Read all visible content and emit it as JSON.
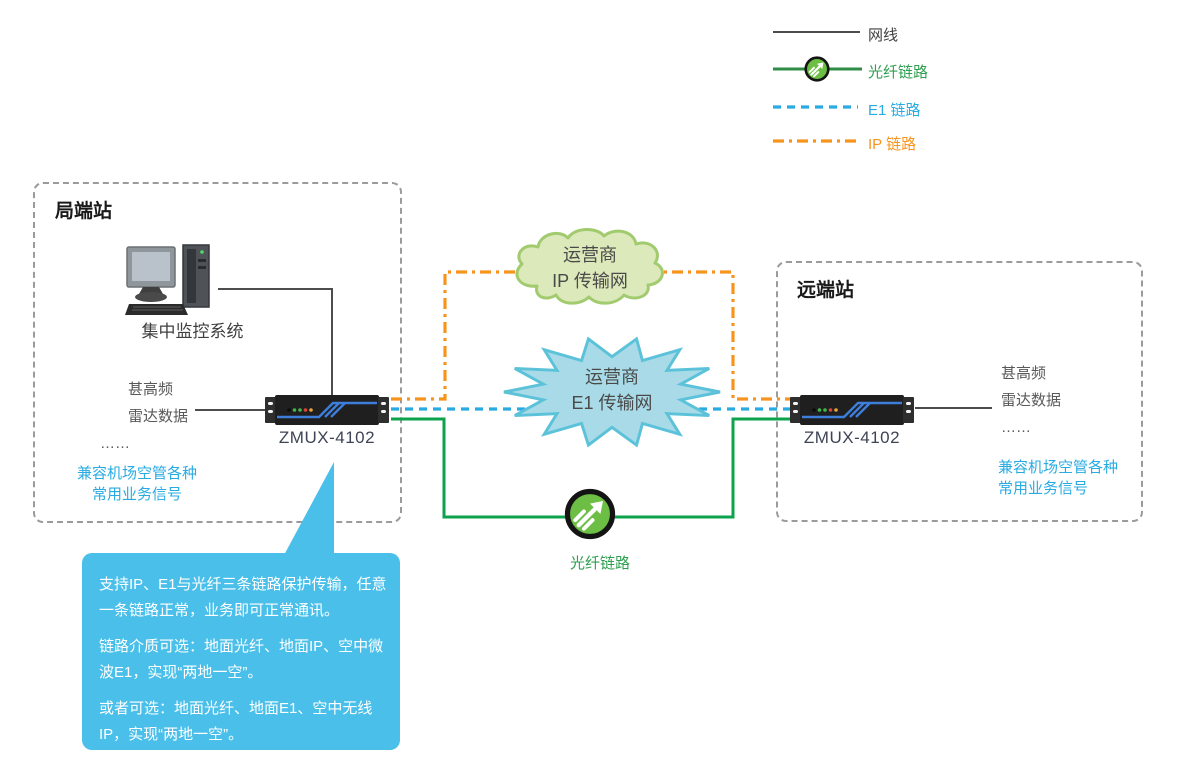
{
  "legend": {
    "items": [
      {
        "label": "网线",
        "type": "solid-cable",
        "color": "#4d4d4d"
      },
      {
        "label": "光纤链路",
        "type": "fiber",
        "color": "#2e9e50"
      },
      {
        "label": "E1 链路",
        "type": "dashed",
        "color": "#29abe2"
      },
      {
        "label": "IP 链路",
        "type": "dash-dot",
        "color": "#f7941e"
      }
    ]
  },
  "left_station": {
    "title": "局端站",
    "computer_label": "集中监控系统",
    "services": [
      "甚高频",
      "雷达数据",
      "……"
    ],
    "note_line1": "兼容机场空管各种",
    "note_line2": "常用业务信号",
    "device_label": "ZMUX-4102"
  },
  "right_station": {
    "title": "远端站",
    "services": [
      "甚高频",
      "雷达数据",
      "……"
    ],
    "note_line1": "兼容机场空管各种",
    "note_line2": "常用业务信号",
    "device_label": "ZMUX-4102"
  },
  "network": {
    "ip_cloud_line1": "运营商",
    "ip_cloud_line2": "IP 传输网",
    "e1_burst_line1": "运营商",
    "e1_burst_line2": "E1 传输网",
    "fiber_link_label": "光纤链路"
  },
  "callout": {
    "paragraphs": [
      "支持IP、E1与光纤三条链路保护传输，任意一条链路正常，业务即可正常通讯。",
      "链路介质可选：地面光纤、地面IP、空中微波E1，实现“两地一空”。",
      "或者可选：地面光纤、地面E1、空中无线IP，实现“两地一空”。"
    ]
  },
  "colors": {
    "cable": "#4d4d4d",
    "fiber_line": "#0ea24d",
    "fiber_circle": "#6cbe45",
    "e1_line": "#29abe2",
    "ip_line": "#f7941e",
    "cloud_fill": "#dce9ba",
    "cloud_border": "#a2cb6f",
    "burst_fill": "#a8dbe7",
    "burst_border": "#5bc2d9",
    "callout_bg": "#49bfea",
    "accent_text_blue": "#29abe2"
  }
}
